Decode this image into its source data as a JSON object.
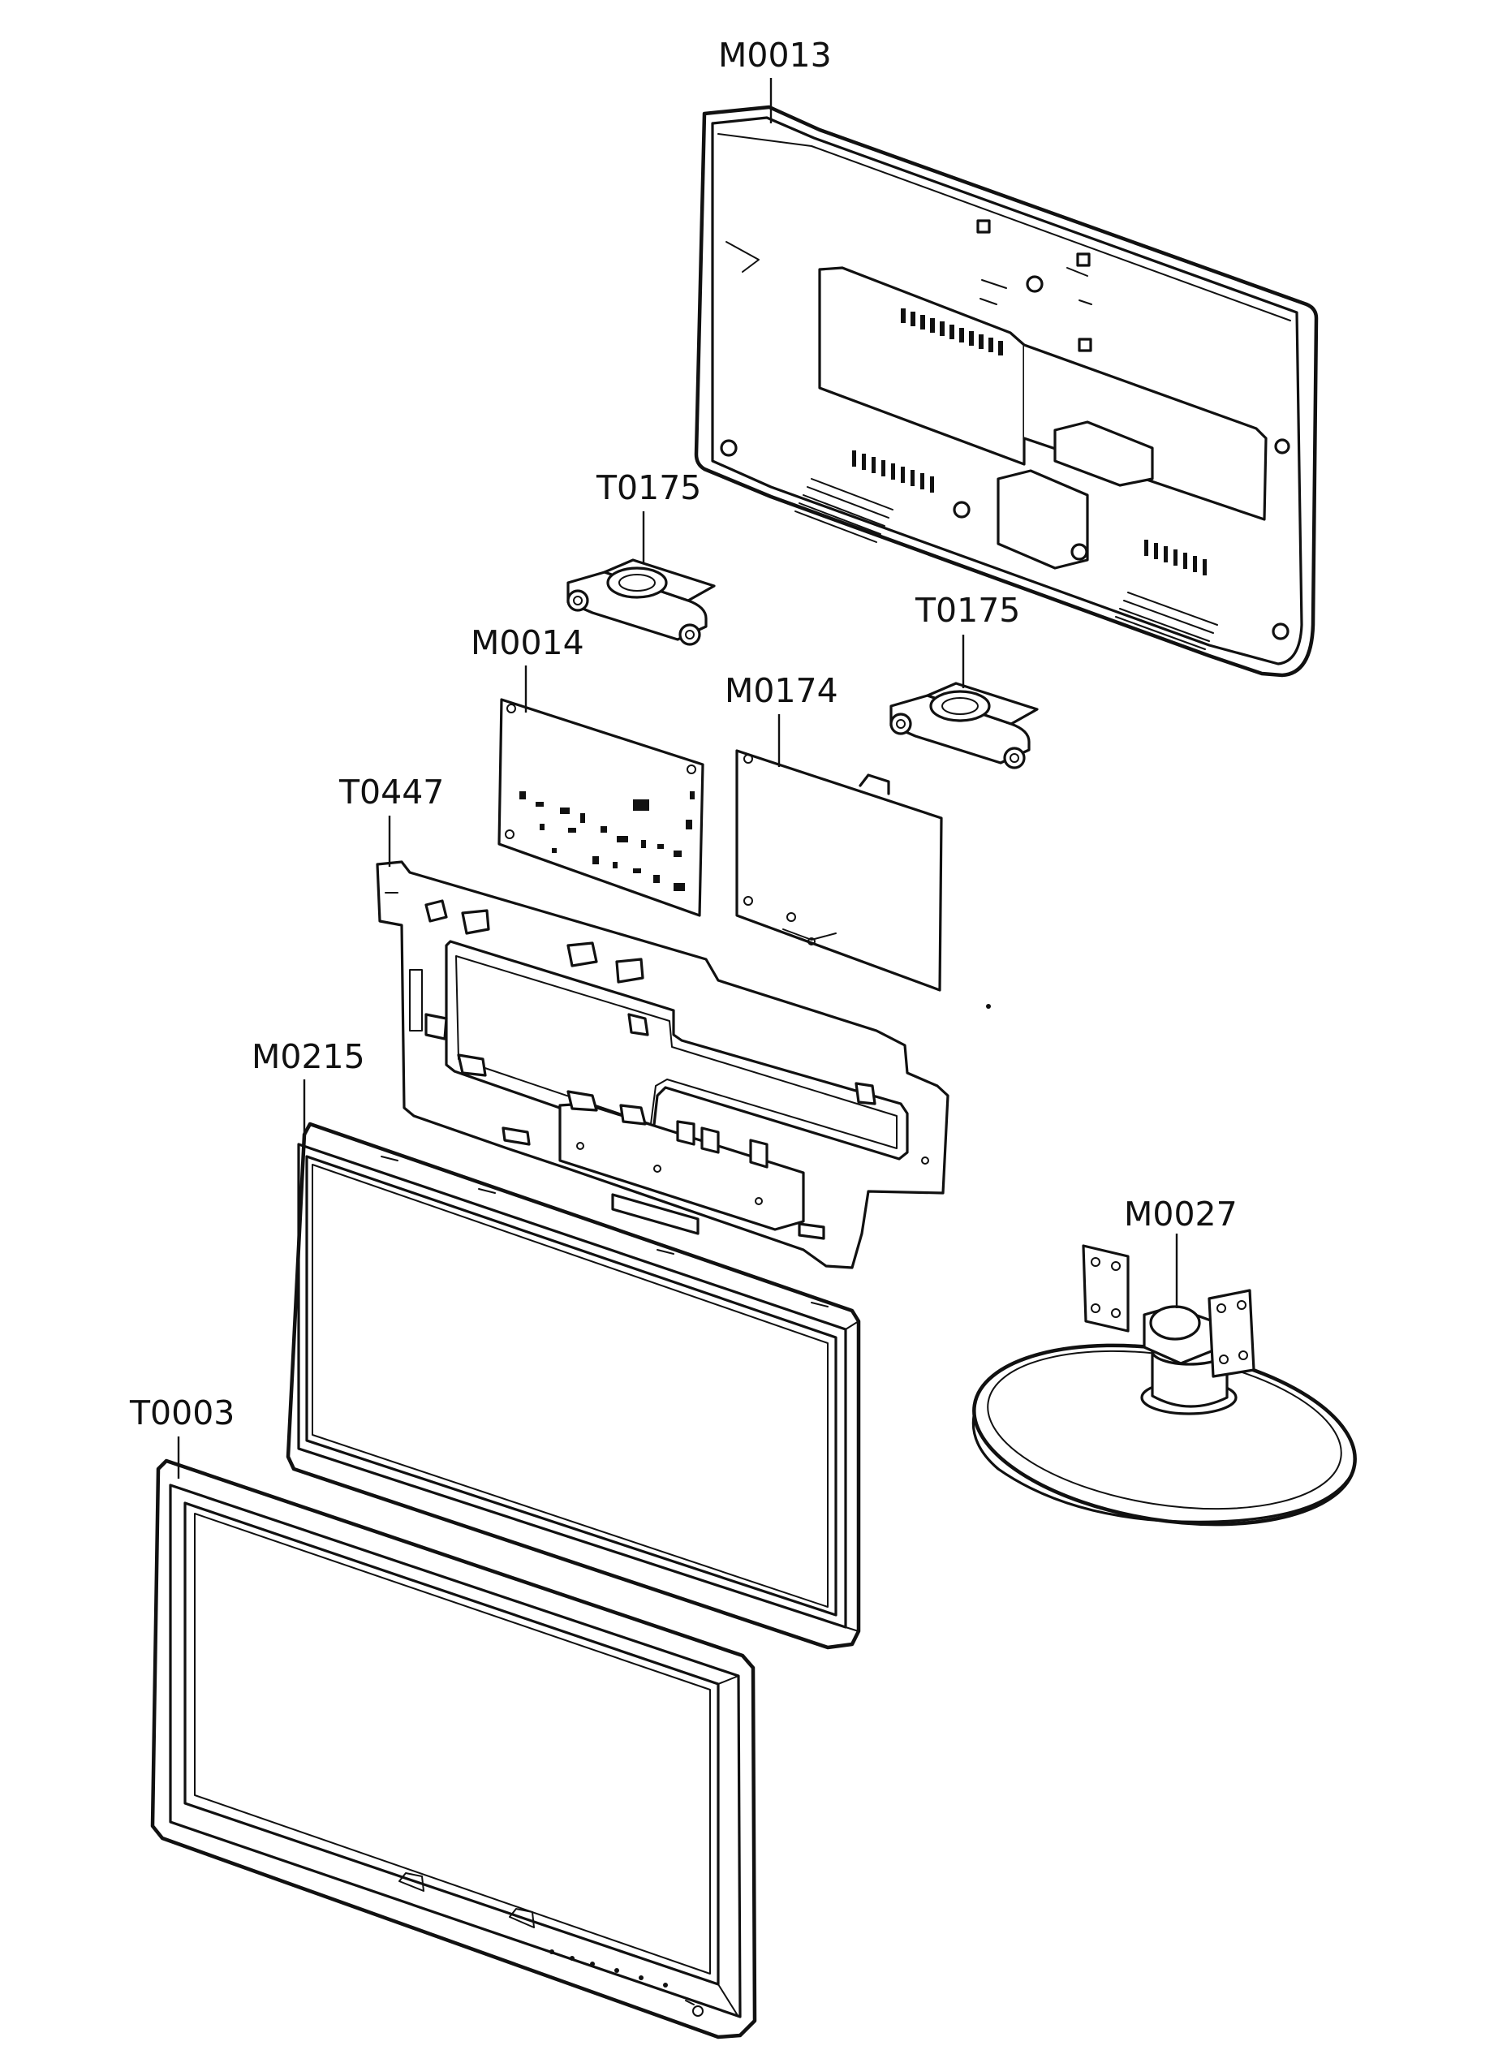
{
  "parts": {
    "back_cover": {
      "code": "M0013"
    },
    "speaker_left": {
      "code": "T0175"
    },
    "speaker_right": {
      "code": "T0175"
    },
    "main_board": {
      "code": "M0014"
    },
    "power_board": {
      "code": "M0174"
    },
    "bracket": {
      "code": "T0447"
    },
    "lcd_panel": {
      "code": "M0215"
    },
    "stand": {
      "code": "M0027"
    },
    "front_bezel": {
      "code": "T0003"
    }
  },
  "colors": {
    "line": "#111111",
    "background": "#ffffff"
  }
}
